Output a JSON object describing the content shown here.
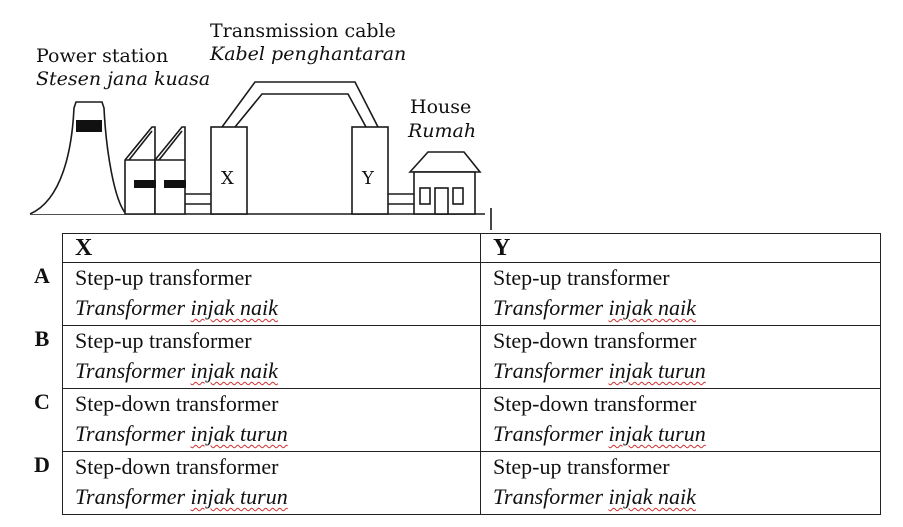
{
  "diagram": {
    "power_station_en": "Power station",
    "power_station_ms": "Stesen jana kuasa",
    "cable_en": "Transmission cable",
    "cable_ms": "Kabel penghantaran",
    "house_en": "House",
    "house_ms": "Rumah",
    "label_x": "X",
    "label_y": "Y"
  },
  "table": {
    "headers": [
      "X",
      "Y"
    ],
    "rows": [
      {
        "letter": "A",
        "x_en": "Step-up transformer",
        "x_ms_word": "Transformer",
        "x_ms_rest": "injak naik",
        "y_en": "Step-up transformer",
        "y_ms_word": "Transformer",
        "y_ms_rest": "injak naik"
      },
      {
        "letter": "B",
        "x_en": "Step-up transformer",
        "x_ms_word": "Transformer",
        "x_ms_rest": "injak naik",
        "y_en": "Step-down transformer",
        "y_ms_word": "Transformer",
        "y_ms_rest": "injak turun"
      },
      {
        "letter": "C",
        "x_en": "Step-down transformer",
        "x_ms_word": "Transformer",
        "x_ms_rest": "injak turun",
        "y_en": "Step-down transformer",
        "y_ms_word": "Transformer",
        "y_ms_rest": "injak turun"
      },
      {
        "letter": "D",
        "x_en": "Step-down transformer",
        "x_ms_word": "Transformer",
        "x_ms_rest": "injak turun",
        "y_en": "Step-up transformer",
        "y_ms_word": "Transformer",
        "y_ms_rest": "injak naik"
      }
    ]
  }
}
